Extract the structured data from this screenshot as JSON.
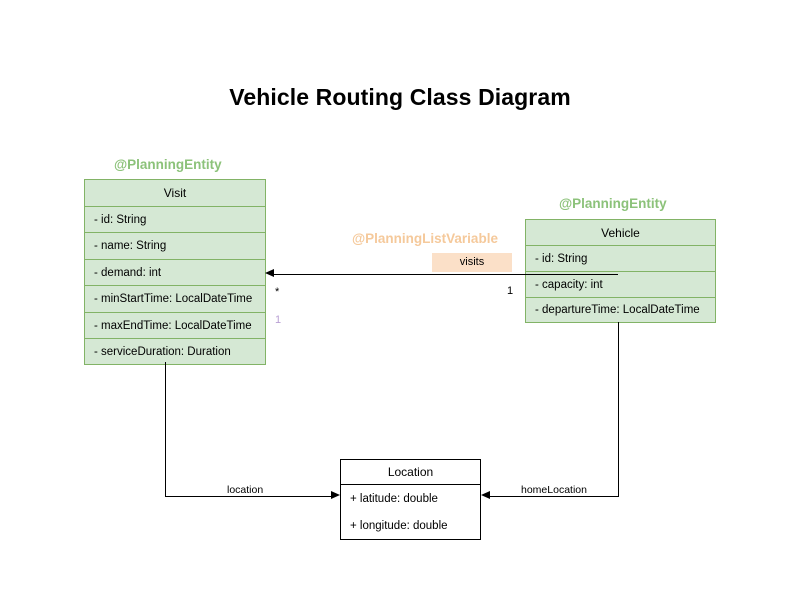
{
  "page": {
    "title": "Vehicle Routing Class Diagram"
  },
  "colors": {
    "entity_fill": "#D5E8D4",
    "entity_border": "#82B366",
    "stereotype_entity": "#8CC27A",
    "stereotype_listvar": "#F5C99B",
    "badge_fill": "#FBE0C8",
    "plain_border": "#000000",
    "multiplicity_accent": "#B9A0D4"
  },
  "classes": {
    "visit": {
      "stereotype": "@PlanningEntity",
      "name": "Visit",
      "attributes": [
        "- id: String",
        "- name: String",
        "- demand: int",
        "- minStartTime: LocalDateTime",
        "- maxEndTime: LocalDateTime",
        "- serviceDuration: Duration"
      ]
    },
    "vehicle": {
      "stereotype": "@PlanningEntity",
      "name": "Vehicle",
      "attributes": [
        "- id: String",
        "- capacity: int",
        "- departureTime: LocalDateTime"
      ]
    },
    "location": {
      "name": "Location",
      "attributes": [
        "+ latitude: double",
        "+ longitude: double"
      ]
    }
  },
  "associations": {
    "visits": {
      "stereotype": "@PlanningListVariable",
      "label": "visits",
      "source_multiplicity": "*",
      "target_multiplicity": "1",
      "extra_multiplicity": "1"
    },
    "location": {
      "label": "location"
    },
    "home_location": {
      "label": "homeLocation"
    }
  }
}
